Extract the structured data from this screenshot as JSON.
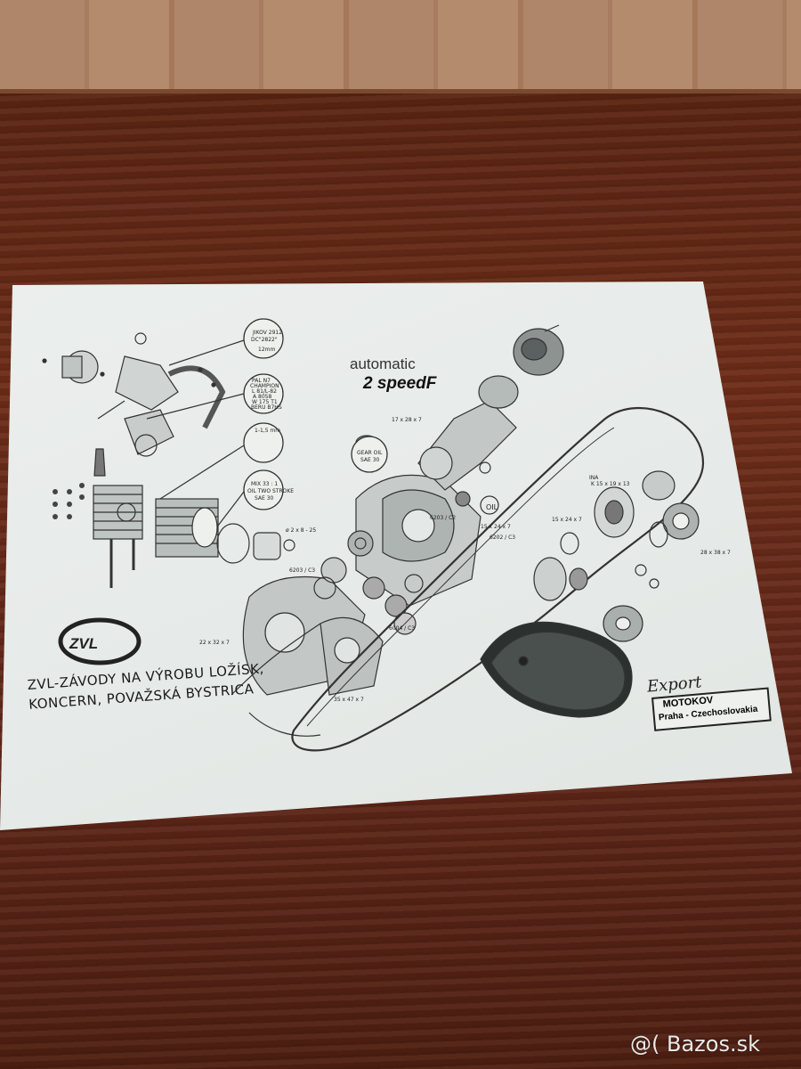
{
  "poster": {
    "title_line1": "automatic",
    "title_line2": "2 speedF",
    "company_line1": "ZVL-ZÁVODY NA VÝROBU LOŽÍSK,",
    "company_line2": "KONCERN, POVAŽSKÁ BYSTRICA",
    "export_label": "Export",
    "motokov_label": "MOTOKOV",
    "motokov_city": "Praha - Czechoslovakia"
  },
  "callouts": {
    "carb_line1": "JIKOV 2912",
    "carb_line2": "DC\"2822\"",
    "carb_line3": "12mm",
    "plug_line1": "PAL N7",
    "plug_line2": "CHAMPION",
    "plug_line3": "L 81/L-82",
    "plug_line4": "A 8058",
    "plug_line5": "W 175 T1",
    "plug_line6": "BERU B7HS",
    "gap": "1-1,5 mm",
    "mix_line1": "MIX 33 : 1",
    "mix_line2": "OIL TWO STROKE",
    "mix_line3": "SAE 30",
    "gear_oil_line1": "GEAR OIL",
    "gear_oil_line2": "SAE 30",
    "oil_tag": "OIL"
  },
  "bearings": {
    "b1": "17 x 28 x 7",
    "b2": "6203 / C2",
    "b3": "6202 / C3",
    "b4": "15 x 24 x 7",
    "b5": "6203 / C3",
    "b6": "6004 / C3",
    "b7": "22 x 32 x 7",
    "b8": "35 x 47 x 7",
    "b9": "INA",
    "b10": "K 15 x 19 x 13",
    "b11": "15 x 24 x 7",
    "b12": "28 x 38 x 7",
    "pin": "ø 2 x 8 - 25"
  },
  "logo_text": "ZVL",
  "watermark": "@( Bazos.sk"
}
